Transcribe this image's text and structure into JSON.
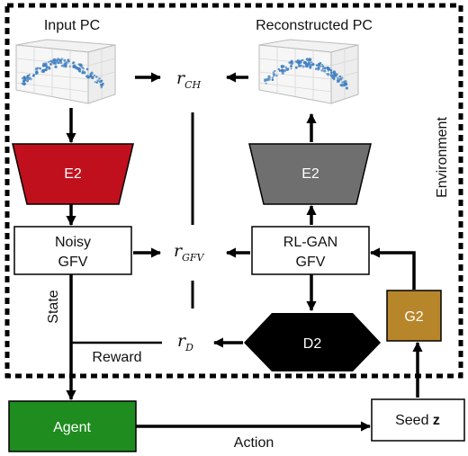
{
  "labels": {
    "input_pc": "Input PC",
    "reconstructed_pc": "Reconstructed PC",
    "environment": "Environment",
    "state": "State",
    "reward": "Reward",
    "action": "Action"
  },
  "blocks": {
    "encoder_left": "E2",
    "encoder_right": "E2",
    "noisy_gfv_line1": "Noisy",
    "noisy_gfv_line2": "GFV",
    "rlgan_gfv_line1": "RL-GAN",
    "rlgan_gfv_line2": "GFV",
    "discriminator": "D2",
    "generator": "G2",
    "agent": "Agent",
    "seed_prefix": "Seed ",
    "seed_var": "z"
  },
  "rewards": {
    "r_ch": {
      "base": "r",
      "sub": "CH"
    },
    "r_gfv": {
      "base": "r",
      "sub": "GFV"
    },
    "r_d": {
      "base": "r",
      "sub": "D"
    }
  },
  "colors": {
    "encoder_left": "#c0101e",
    "encoder_right": "#6f6f6f",
    "discriminator": "#000000",
    "generator": "#b8862a",
    "agent": "#1e8c1e",
    "point_cloud": "#3f7fbf"
  }
}
